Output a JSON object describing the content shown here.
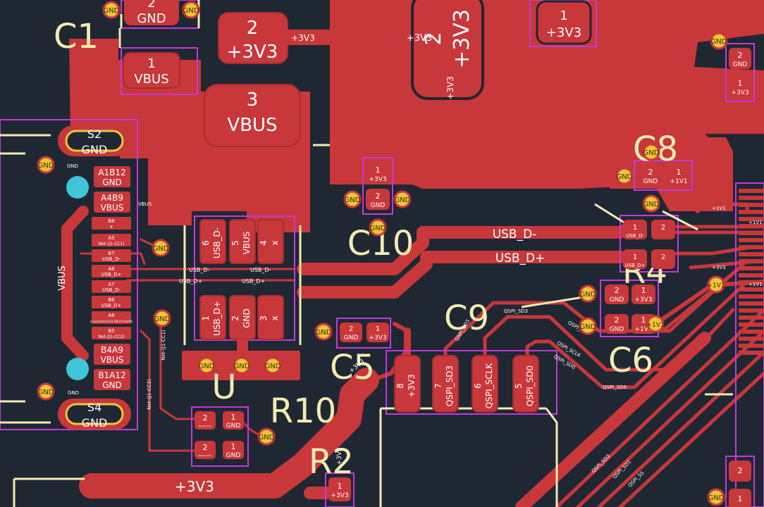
{
  "colors": {
    "background": "#1f2733",
    "copper": "#c8373a",
    "copper_dark": "#a62d31",
    "pad_outline": "#d04a4e",
    "silkscreen": "#f2ecb0",
    "courtyard": "#c23ad8",
    "pad_text": "#ffffff",
    "via": "#f0c43a",
    "via_drill": "#7a5a10",
    "hole": "#3ec5d8",
    "trace_label": "#ffd0d0"
  },
  "silkscreen": {
    "c1": "C1",
    "c10": "C10",
    "c9": "C9",
    "c5": "C5",
    "c6": "C6",
    "c8": "C8",
    "r4": "R4",
    "r10": "R10",
    "r2": "R2",
    "u3": "U"
  },
  "pads": {
    "p2_gnd": {
      "num": "2",
      "net": "GND"
    },
    "p1_vbus": {
      "num": "1",
      "net": "VBUS"
    },
    "p2_3v3": {
      "num": "2",
      "net": "+3V3"
    },
    "p3_vbus": {
      "num": "3",
      "net": "VBUS"
    },
    "big_3v3": {
      "num": "2",
      "net": "+3V3"
    },
    "top_1_3v3": {
      "num": "1",
      "net": "+3V3"
    },
    "c10_1": {
      "num": "1",
      "net": "+3V3"
    },
    "c10_2": {
      "num": "2",
      "net": "GND"
    },
    "s2": {
      "num": "S2",
      "net": "GND"
    },
    "s4": {
      "num": "S4",
      "net": "GND"
    },
    "usb_pins": [
      {
        "num": "A1B12",
        "net": "GND"
      },
      {
        "num": "A4B9",
        "net": "VBUS"
      },
      {
        "num": "B8",
        "net": "x"
      },
      {
        "num": "A5",
        "net": "Net-(J1-CC1)"
      },
      {
        "num": "B7",
        "net": "USB_D-"
      },
      {
        "num": "A6",
        "net": "USB_D+"
      },
      {
        "num": "A7",
        "net": "USB_D-"
      },
      {
        "num": "B6",
        "net": "USB_D+"
      },
      {
        "num": "A8",
        "net": "unconnected-(J1-SBU1-PadA8)"
      },
      {
        "num": "B5",
        "net": "Net-(J1-CC2)"
      },
      {
        "num": "B4A9",
        "net": "VBUS"
      },
      {
        "num": "B1A12",
        "net": "GND"
      }
    ],
    "esd_top": [
      {
        "num": "6",
        "net": "USB_D-"
      },
      {
        "num": "5",
        "net": "VBUS"
      },
      {
        "num": "4",
        "net": "x"
      }
    ],
    "esd_bot": [
      {
        "num": "1",
        "net": "USB_D+"
      },
      {
        "num": "2",
        "net": "GND"
      },
      {
        "num": "3",
        "net": "x"
      }
    ],
    "r_cc1": [
      {
        "num": "2",
        "net": "Net-(J1-CC1)"
      },
      {
        "num": "1",
        "net": "GND"
      }
    ],
    "r_cc2": [
      {
        "num": "2",
        "net": "Net-(J1-CC2)"
      },
      {
        "num": "1",
        "net": "GND"
      }
    ],
    "c5": [
      {
        "num": "2",
        "net": "GND"
      },
      {
        "num": "1",
        "net": "+3V3"
      }
    ],
    "qspi": [
      {
        "num": "8",
        "net": "+3V3"
      },
      {
        "num": "7",
        "net": "QSPI_SD3"
      },
      {
        "num": "6",
        "net": "QSPI_SCLK"
      },
      {
        "num": "5",
        "net": "QSPI_SD0"
      }
    ],
    "r_usb": [
      {
        "num": "1",
        "net": "USB_D-"
      },
      {
        "num": "2",
        "net": ""
      },
      {
        "num": "1",
        "net": "USB_D+"
      },
      {
        "num": "2",
        "net": ""
      }
    ],
    "c_1v1": [
      {
        "num": "2",
        "net": "GND"
      },
      {
        "num": "1",
        "net": "+1V1"
      }
    ],
    "c_right_top": [
      {
        "num": "2",
        "net": "GND"
      },
      {
        "num": "1",
        "net": "+3V3"
      }
    ],
    "c_mid_right": [
      {
        "num": "2",
        "net": "GND"
      },
      {
        "num": "1",
        "net": "+3V3"
      },
      {
        "num": "2",
        "net": "GND"
      },
      {
        "num": "1",
        "net": "+1V1"
      }
    ],
    "bottom_1": {
      "num": "1",
      "net": "+3V3"
    },
    "br_pads": [
      {
        "num": "2",
        "net": ""
      },
      {
        "num": "1",
        "net": ""
      }
    ]
  },
  "vias": {
    "gnd": "GND",
    "v1v1": "+1V1"
  },
  "labels": {
    "usb_dm": "USB_D-",
    "usb_dp": "USB_D+",
    "vbus_trace": "VBUS",
    "plus3v3": "+3V3",
    "gnd": "GND",
    "vbus": "VBUS",
    "sd3": "QSPI_SD3",
    "sclk": "QSPI_SCLK",
    "sd0": "QSPI_SD0",
    "sd1": "QSPI_SD1",
    "ss": "QSPI_SS",
    "cc1": "Net-(J1-CC1)",
    "cc2": "Net-(J1-CC2)",
    "v1v1": "+1V1",
    "vbus_pin": "VBUS",
    "usb_dm_pin": "USB_D-",
    "usb_dp_pin": "USB_D+"
  }
}
